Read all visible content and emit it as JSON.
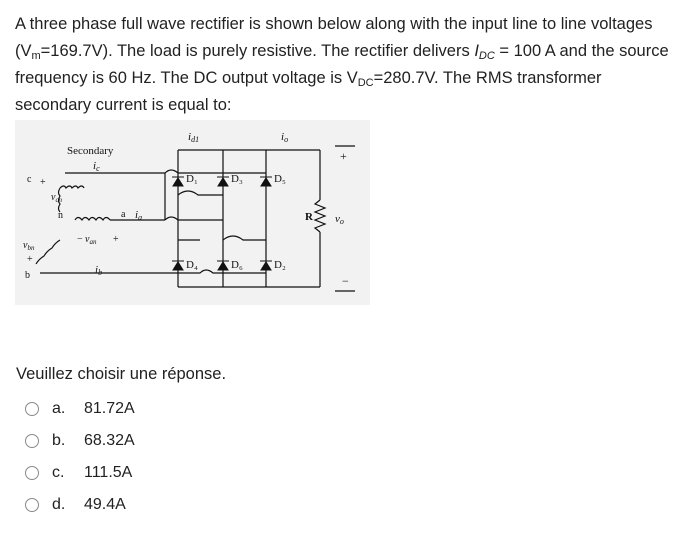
{
  "question": {
    "p1": "A three phase full wave rectifier is shown below along with the input line to line voltages (V",
    "vm_sub": "m",
    "p2": "=169.7V). The load is purely resistive. The rectifier delivers ",
    "idc_var": "I",
    "idc_sub": "DC",
    "p3": " = 100 A and the source frequency is 60 Hz. The DC output voltage is V",
    "vdc_sub": "DC",
    "p4": "=280.7V. The RMS transformer secondary current is equal to:"
  },
  "figure": {
    "secondary_label": "Secondary",
    "ic": "i",
    "ic_sub": "c",
    "ib": "i",
    "ib_sub": "b",
    "ia": "i",
    "ia_sub": "a",
    "id1": "i",
    "id1_sub": "d1",
    "io": "i",
    "io_sub": "o",
    "vcn": "v",
    "vcn_sub": "cn",
    "vbn": "v",
    "vbn_sub": "bn",
    "van": "v",
    "van_sub": "an",
    "vo": "v",
    "vo_sub": "o",
    "node_n": "n",
    "node_a": "a",
    "node_b": "b",
    "node_c": "c",
    "R": "R",
    "plus": "+",
    "minus": "−",
    "d1": "D₁",
    "d3": "D₃",
    "d5": "D₅",
    "d4": "D₄",
    "d6": "D₆",
    "d2": "D₂"
  },
  "prompt": "Veuillez choisir une réponse.",
  "options": [
    {
      "letter": "a.",
      "text": "81.72A"
    },
    {
      "letter": "b.",
      "text": "68.32A"
    },
    {
      "letter": "c.",
      "text": "111.5A"
    },
    {
      "letter": "d.",
      "text": "49.4A"
    }
  ]
}
